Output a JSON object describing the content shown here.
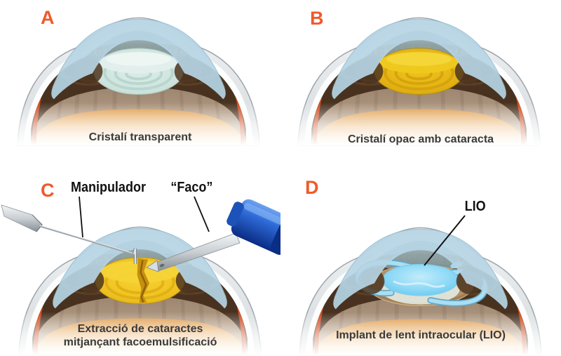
{
  "figure": {
    "description": "Four-panel medical diagram of cataract surgery steps (eye cross-sections)",
    "palette": {
      "accent_letter": "#f05a2b",
      "caption_text": "#3a3a3a",
      "label_text": "#111111",
      "cornea_blue": "#b6d5e5",
      "clear_lens": "#cfe4de",
      "cataract_lens": "#e5b414",
      "iol_blue": "#6fc9ef",
      "phaco_handle_blue": "#1d52b8",
      "iris_brown": "#5b3f26",
      "fundus_orange": "#e19b4a",
      "choroid_red": "#cf4a1e"
    },
    "panels": [
      {
        "id": "A",
        "letter": "A",
        "caption": "Cristalí transparent"
      },
      {
        "id": "B",
        "letter": "B",
        "caption": "Cristalí opac amb cataracta"
      },
      {
        "id": "C",
        "letter": "C",
        "caption_line1": "Extracció de cataractes",
        "caption_line2": "mitjançant facoemulsificació",
        "labels": [
          {
            "text": "Manipulador"
          },
          {
            "text": "“Faco”"
          }
        ]
      },
      {
        "id": "D",
        "letter": "D",
        "caption": "Implant de lent intraocular (LIO)",
        "labels": [
          {
            "text": "LIO"
          }
        ]
      }
    ]
  }
}
